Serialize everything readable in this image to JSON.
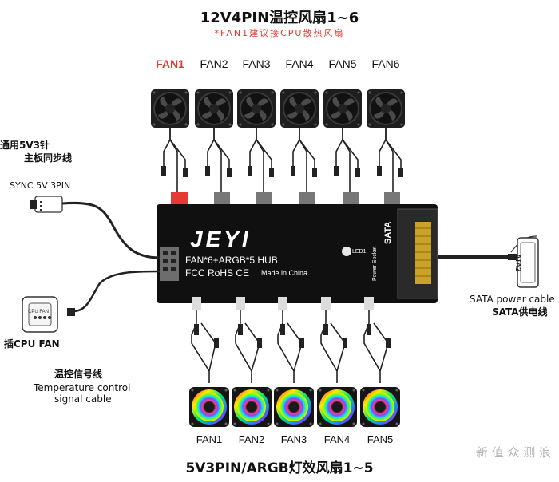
{
  "header": {
    "title": "12V4PIN温控风扇1~6",
    "subtitle": "*FAN1建议接CPU散热风扇"
  },
  "top_fans": [
    "FAN1",
    "FAN2",
    "FAN3",
    "FAN4",
    "FAN5",
    "FAN6"
  ],
  "bottom_fans": [
    "FAN1",
    "FAN2",
    "FAN3",
    "FAN4",
    "FAN5"
  ],
  "hub": {
    "brand": "JEYI",
    "model": "FAN*6+ARGB*5  HUB",
    "cert": "FCC RoHS CE",
    "made_in": "Made in China",
    "led_label": "LED1",
    "sata_label": "SATA",
    "power_socket": "Power Socket"
  },
  "left_labels": {
    "sync_cn_line1": "通用5V3针",
    "sync_cn_line2": "主板同步线",
    "sync_en": "SYNC 5V 3PIN",
    "cpu_fan_cn": "插CPU FAN",
    "cpu_fan_icon_text": "CPU FAN",
    "temp_cn": "温控信号线",
    "temp_en_line1": "Temperature control",
    "temp_en_line2": "signal cable"
  },
  "right_labels": {
    "sata_en": "SATA power cable",
    "sata_cn": "SATA供电线",
    "ata_text": "ATA2"
  },
  "footer": {
    "bottom_title": "5V3PIN/ARGB灯效风扇1~5"
  },
  "watermark": "新 值 众 测 浪"
}
